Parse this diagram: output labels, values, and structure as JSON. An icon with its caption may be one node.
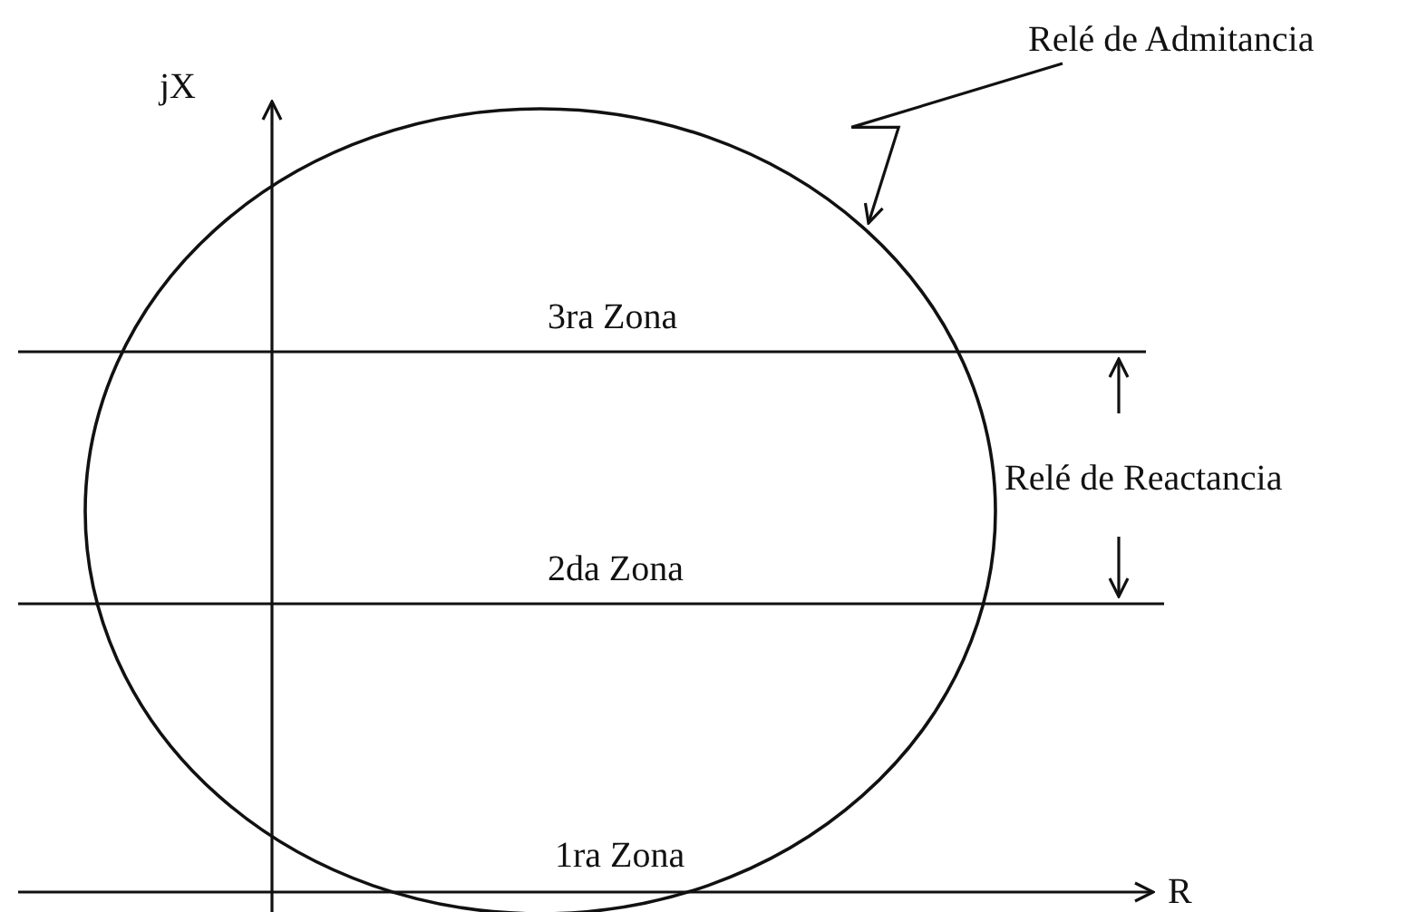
{
  "diagram": {
    "nodes": [
      {
        "text": [
          "Relé de Admitancia"
        ]
      },
      {
        "text": [],
        "shape": "circle"
      }
    ],
    "edges": [
      {
        "from": 0,
        "to": 1,
        "arrow": "to"
      }
    ],
    "labels": [
      "jX",
      "3ra Zona",
      "Relé de Reactancia",
      "2da Zona",
      "1ra Zona",
      "R"
    ]
  }
}
